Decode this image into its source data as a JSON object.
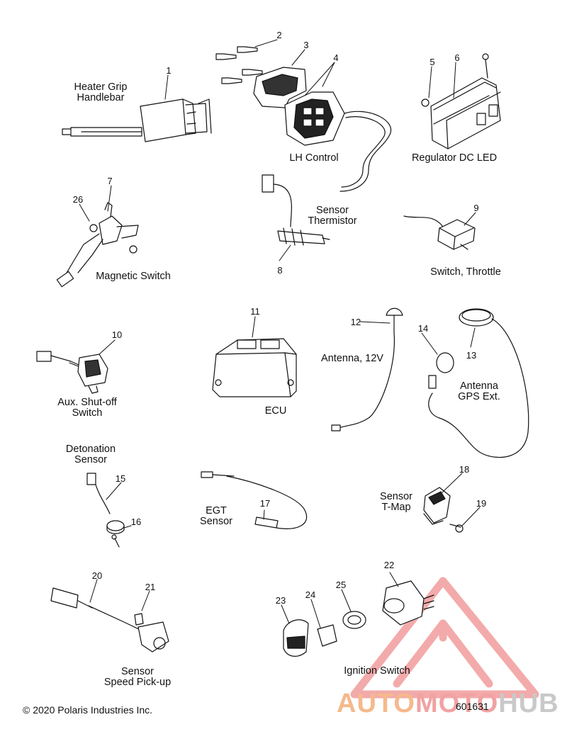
{
  "labels": {
    "heater_grip": [
      "Heater Grip",
      "Handlebar"
    ],
    "lh_control": "LH Control",
    "regulator": "Regulator DC LED",
    "sensor_thermistor": [
      "Sensor",
      "Thermistor"
    ],
    "magnetic_switch": "Magnetic Switch",
    "switch_throttle": "Switch, Throttle",
    "aux_shutoff": [
      "Aux. Shut-off",
      "Switch"
    ],
    "ecu": "ECU",
    "antenna_12v": "Antenna, 12V",
    "antenna_gps": [
      "Antenna",
      "GPS Ext."
    ],
    "detonation": [
      "Detonation",
      "Sensor"
    ],
    "egt": [
      "EGT",
      "Sensor"
    ],
    "sensor_tmap": [
      "Sensor",
      "T-Map"
    ],
    "speed_pickup": [
      "Sensor",
      "Speed Pick-up"
    ],
    "ignition": "Ignition Switch"
  },
  "callouts": [
    "1",
    "2",
    "3",
    "4",
    "5",
    "6",
    "7",
    "8",
    "9",
    "10",
    "11",
    "12",
    "13",
    "14",
    "15",
    "16",
    "17",
    "18",
    "19",
    "20",
    "21",
    "22",
    "23",
    "24",
    "25",
    "26"
  ],
  "footer": {
    "copyright": "© 2020 Polaris Industries Inc.",
    "diagram_code": "601631"
  },
  "watermark": {
    "part1": "AUTO",
    "part2": "MOTO",
    "part3": "HUB",
    "color_orange": "#f5b98c",
    "color_red": "#f1a2a2",
    "color_gray": "#c9c9c9"
  }
}
